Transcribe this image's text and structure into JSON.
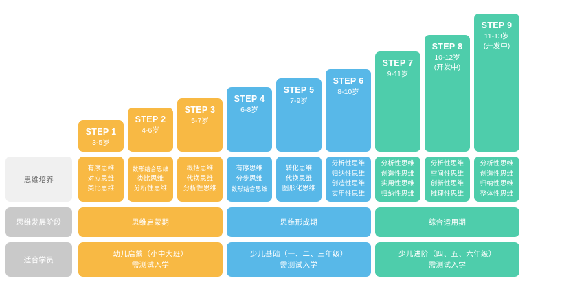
{
  "palette": {
    "orange": "#f8b944",
    "blue": "#58b8e8",
    "green": "#4ecdab",
    "label_light_bg": "#f0f0f0",
    "label_light_text": "#6d6d6d",
    "label_gray_bg": "#c9c9c9",
    "label_gray_text": "#ffffff",
    "page_bg": "#ffffff"
  },
  "row_labels": [
    {
      "text": "思维培养",
      "tone": "light"
    },
    {
      "text": "思维发展阶段",
      "tone": "gray"
    },
    {
      "text": "适合学员",
      "tone": "gray"
    }
  ],
  "steps": [
    {
      "title": "STEP 1",
      "age": "3-5岁",
      "note": "",
      "color": "orange",
      "skills": [
        "有序思维",
        "对应思维",
        "类比思维"
      ]
    },
    {
      "title": "STEP 2",
      "age": "4-6岁",
      "note": "",
      "color": "orange",
      "skills": [
        "数形结合思维",
        "类比思维",
        "分析性思维"
      ]
    },
    {
      "title": "STEP 3",
      "age": "5-7岁",
      "note": "",
      "color": "orange",
      "skills": [
        "概括思维",
        "代换思维",
        "分析性思维"
      ]
    },
    {
      "title": "STEP 4",
      "age": "6-8岁",
      "note": "",
      "color": "blue",
      "skills": [
        "有序思维",
        "分步思维",
        "数形结合思维"
      ]
    },
    {
      "title": "STEP 5",
      "age": "7-9岁",
      "note": "",
      "color": "blue",
      "skills": [
        "转化思维",
        "代换思维",
        "图形化思维"
      ]
    },
    {
      "title": "STEP 6",
      "age": "8-10岁",
      "note": "",
      "color": "blue",
      "skills": [
        "分析性思维",
        "归纳性思维",
        "创造性思维",
        "实用性思维"
      ]
    },
    {
      "title": "STEP 7",
      "age": "9-11岁",
      "note": "",
      "color": "green",
      "skills": [
        "分析性思维",
        "创造性思维",
        "实用性思维",
        "归纳性思维"
      ]
    },
    {
      "title": "STEP 8",
      "age": "10-12岁",
      "note": "(开发中)",
      "color": "green",
      "skills": [
        "分析性思维",
        "空间性思维",
        "创新性思维",
        "推理性思维"
      ]
    },
    {
      "title": "STEP 9",
      "age": "11-13岁",
      "note": "(开发中)",
      "color": "green",
      "skills": [
        "分析性思维",
        "创造性思维",
        "归纳性思维",
        "整体性思维"
      ]
    }
  ],
  "stage_row": [
    {
      "text": "思维启蒙期",
      "color": "orange"
    },
    {
      "text": "思维形成期",
      "color": "blue"
    },
    {
      "text": "综合运用期",
      "color": "green"
    }
  ],
  "audience_row": [
    {
      "line1": "幼儿启蒙（小中大班）",
      "line2": "需测试入学",
      "color": "orange"
    },
    {
      "line1": "少儿基础（一、二、三年级）",
      "line2": "需测试入学",
      "color": "blue"
    },
    {
      "line1": "少儿进阶（四、五、六年级）",
      "line2": "需测试入学",
      "color": "green"
    }
  ]
}
